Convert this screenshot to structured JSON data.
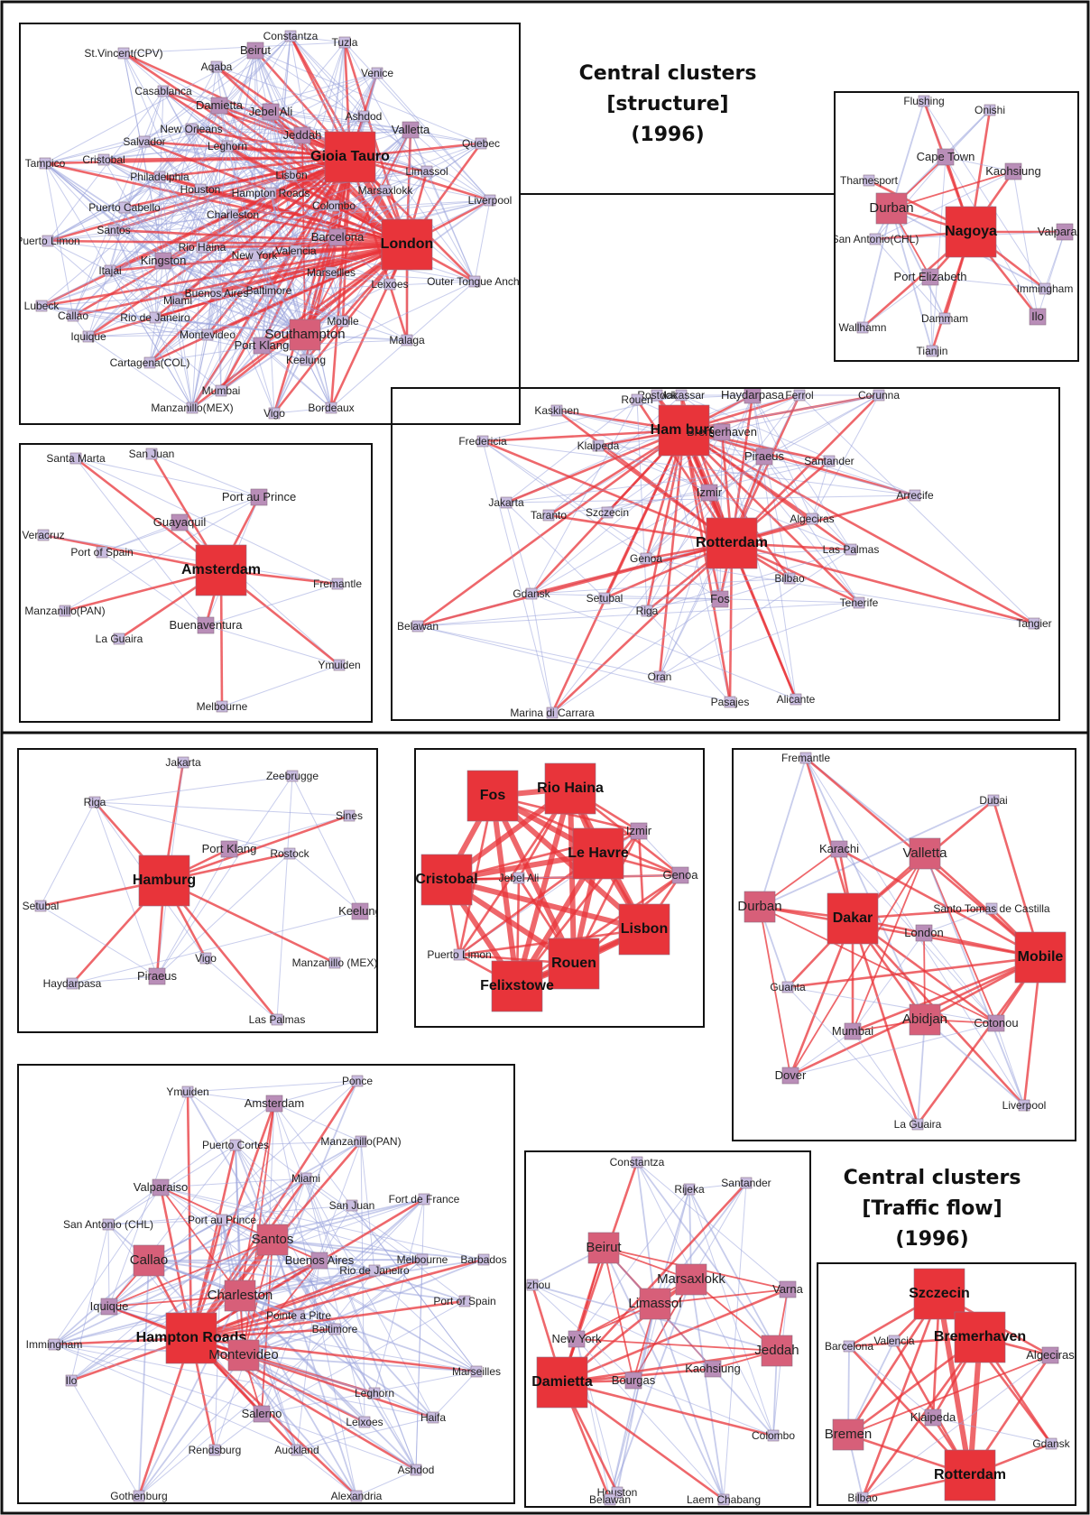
{
  "titles": {
    "structure": [
      "Central clusters",
      "[structure]",
      "(1996)"
    ],
    "traffic": [
      "Central clusters",
      "[Traffic flow]",
      "(1996)"
    ]
  },
  "colors": {
    "hub": "#e8343a",
    "strong": "#d75f79",
    "mid": "#b98eb8",
    "weak": "#c9bde0",
    "edge_hot": "#e8343a",
    "edge_cool": "#9aa4dc"
  },
  "clusters": [
    {
      "id": "c1",
      "nodes": [
        {
          "n": "St.Vincent(CPV)",
          "t": 0
        },
        {
          "n": "Beirut",
          "t": 1
        },
        {
          "n": "Constantza",
          "t": 0
        },
        {
          "n": "Tuzla",
          "t": 0
        },
        {
          "n": "Aqaba",
          "t": 0
        },
        {
          "n": "Venice",
          "t": 0
        },
        {
          "n": "Casablanca",
          "t": 0
        },
        {
          "n": "Damietta",
          "t": 1
        },
        {
          "n": "Jebel Ali",
          "t": 1
        },
        {
          "n": "Ashdod",
          "t": 0
        },
        {
          "n": "New Orleans",
          "t": 0
        },
        {
          "n": "Valletta",
          "t": 1
        },
        {
          "n": "Salvador",
          "t": 0
        },
        {
          "n": "Jeddah",
          "t": 1
        },
        {
          "n": "Gioia Tauro",
          "t": 3
        },
        {
          "n": "Quebec",
          "t": 0
        },
        {
          "n": "Tampico",
          "t": 0
        },
        {
          "n": "Cristobal",
          "t": 0
        },
        {
          "n": "Leghorn",
          "t": 0
        },
        {
          "n": "Philadelphia",
          "t": 0
        },
        {
          "n": "Lisbon",
          "t": 0
        },
        {
          "n": "Limassol",
          "t": 0
        },
        {
          "n": "Houston",
          "t": 0
        },
        {
          "n": "Hampton Roads",
          "t": 0
        },
        {
          "n": "Marsaxlokk",
          "t": 0
        },
        {
          "n": "Liverpool",
          "t": 0
        },
        {
          "n": "Puerto Cabello",
          "t": 0
        },
        {
          "n": "Charleston",
          "t": 0
        },
        {
          "n": "Colombo",
          "t": 0
        },
        {
          "n": "Santos",
          "t": 0
        },
        {
          "n": "Puerto Limon",
          "t": 0
        },
        {
          "n": "Rio Haina",
          "t": 0
        },
        {
          "n": "Barcelona",
          "t": 1
        },
        {
          "n": "London",
          "t": 3
        },
        {
          "n": "New York",
          "t": 0
        },
        {
          "n": "Valencia",
          "t": 0
        },
        {
          "n": "Kingston",
          "t": 1
        },
        {
          "n": "Itajai",
          "t": 0
        },
        {
          "n": "Marseilles",
          "t": 0
        },
        {
          "n": "Outer Tongue Anch.",
          "t": 0
        },
        {
          "n": "Callao",
          "t": 0
        },
        {
          "n": "Buenos Aires",
          "t": 0
        },
        {
          "n": "Baltimore",
          "t": 0
        },
        {
          "n": "Leixoes",
          "t": 0
        },
        {
          "n": "Miami",
          "t": 0
        },
        {
          "n": "Lubeck",
          "t": 0
        },
        {
          "n": "Rio de Janeiro",
          "t": 0
        },
        {
          "n": "Mobile",
          "t": 0
        },
        {
          "n": "Iquique",
          "t": 0
        },
        {
          "n": "Montevideo",
          "t": 0
        },
        {
          "n": "Port Klang",
          "t": 1
        },
        {
          "n": "Southampton",
          "t": 2
        },
        {
          "n": "Malaga",
          "t": 0
        },
        {
          "n": "Keelung",
          "t": 0
        },
        {
          "n": "Cartagena(COL)",
          "t": 0
        },
        {
          "n": "Mumbai",
          "t": 0
        },
        {
          "n": "Manzanillo(MEX)",
          "t": 0
        },
        {
          "n": "Vigo",
          "t": 0
        },
        {
          "n": "Bordeaux",
          "t": 0
        }
      ]
    },
    {
      "id": "c2",
      "nodes": [
        {
          "n": "Flushing",
          "t": 0
        },
        {
          "n": "Onishi",
          "t": 0
        },
        {
          "n": "Cape Town",
          "t": 1
        },
        {
          "n": "Thamesport",
          "t": 0
        },
        {
          "n": "Kaohsiung",
          "t": 1
        },
        {
          "n": "Durban",
          "t": 2
        },
        {
          "n": "Nagoya",
          "t": 3
        },
        {
          "n": "San Antonio(CHL)",
          "t": 0
        },
        {
          "n": "Valparaiso",
          "t": 1
        },
        {
          "n": "Port Elizabeth",
          "t": 1
        },
        {
          "n": "Immingham",
          "t": 0
        },
        {
          "n": "Wallhamn",
          "t": 0
        },
        {
          "n": "Dammam",
          "t": 0
        },
        {
          "n": "Ilo",
          "t": 1
        },
        {
          "n": "Tianjin",
          "t": 0
        }
      ]
    },
    {
      "id": "c3",
      "nodes": [
        {
          "n": "Makassar",
          "t": 0
        },
        {
          "n": "Ferrol",
          "t": 0
        },
        {
          "n": "Rostock",
          "t": 0
        },
        {
          "n": "Haydarpasa",
          "t": 1
        },
        {
          "n": "Corunna",
          "t": 0
        },
        {
          "n": "Kaskinen",
          "t": 0
        },
        {
          "n": "Rouen",
          "t": 0
        },
        {
          "n": "Ham burg",
          "t": 3
        },
        {
          "n": "Bremerhaven",
          "t": 1
        },
        {
          "n": "Fredericia",
          "t": 0
        },
        {
          "n": "Klaipeda",
          "t": 0
        },
        {
          "n": "Piraeus",
          "t": 1
        },
        {
          "n": "Santander",
          "t": 0
        },
        {
          "n": "Izmir",
          "t": 1
        },
        {
          "n": "Arrecife",
          "t": 0
        },
        {
          "n": "Jakarta",
          "t": 0
        },
        {
          "n": "Taranto",
          "t": 0
        },
        {
          "n": "Szczecin",
          "t": 0
        },
        {
          "n": "Algeciras",
          "t": 0
        },
        {
          "n": "Rotterdam",
          "t": 3
        },
        {
          "n": "Genoa",
          "t": 0
        },
        {
          "n": "Las Palmas",
          "t": 0
        },
        {
          "n": "Gdansk",
          "t": 0
        },
        {
          "n": "Setubal",
          "t": 0
        },
        {
          "n": "Fos",
          "t": 1
        },
        {
          "n": "Bilbao",
          "t": 0
        },
        {
          "n": "Riga",
          "t": 0
        },
        {
          "n": "Tenerife",
          "t": 0
        },
        {
          "n": "Belawan",
          "t": 0
        },
        {
          "n": "Tangier",
          "t": 0
        },
        {
          "n": "Oran",
          "t": 0
        },
        {
          "n": "Marina di Carrara",
          "t": 0
        },
        {
          "n": "Pasajes",
          "t": 0
        },
        {
          "n": "Alicante",
          "t": 0
        }
      ]
    },
    {
      "id": "c4",
      "nodes": [
        {
          "n": "Santa Marta",
          "t": 0
        },
        {
          "n": "San Juan",
          "t": 0
        },
        {
          "n": "Port au Prince",
          "t": 1
        },
        {
          "n": "Guayaquil",
          "t": 1
        },
        {
          "n": "Veracruz",
          "t": 0
        },
        {
          "n": "Port of Spain",
          "t": 0
        },
        {
          "n": "Amsterdam",
          "t": 3
        },
        {
          "n": "Fremantle",
          "t": 0
        },
        {
          "n": "Manzanillo(PAN)",
          "t": 0
        },
        {
          "n": "Buenaventura",
          "t": 1
        },
        {
          "n": "La Guaira",
          "t": 0
        },
        {
          "n": "Ymuiden",
          "t": 0
        },
        {
          "n": "Melbourne",
          "t": 0
        }
      ]
    },
    {
      "id": "t1",
      "nodes": [
        {
          "n": "Jakarta",
          "t": 0
        },
        {
          "n": "Zeebrugge",
          "t": 0
        },
        {
          "n": "Riga",
          "t": 0
        },
        {
          "n": "Sines",
          "t": 0
        },
        {
          "n": "Port Klang",
          "t": 1
        },
        {
          "n": "Rostock",
          "t": 0
        },
        {
          "n": "Hamburg",
          "t": 3
        },
        {
          "n": "Setubal",
          "t": 0
        },
        {
          "n": "Keelung",
          "t": 1
        },
        {
          "n": "Manzanillo (MEX)",
          "t": 0
        },
        {
          "n": "Vigo",
          "t": 0
        },
        {
          "n": "Piraeus",
          "t": 1
        },
        {
          "n": "Haydarpasa",
          "t": 0
        },
        {
          "n": "Las Palmas",
          "t": 0
        }
      ]
    },
    {
      "id": "t2",
      "nodes": [
        {
          "n": "Fos",
          "t": 3
        },
        {
          "n": "Rio Haina",
          "t": 3
        },
        {
          "n": "Izmir",
          "t": 1
        },
        {
          "n": "Le Havre",
          "t": 3
        },
        {
          "n": "Genoa",
          "t": 1
        },
        {
          "n": "Cristobal",
          "t": 3
        },
        {
          "n": "Jebel Ali",
          "t": 0
        },
        {
          "n": "Lisbon",
          "t": 3
        },
        {
          "n": "Puerto Limon",
          "t": 0
        },
        {
          "n": "Rouen",
          "t": 3
        },
        {
          "n": "Felixstowe",
          "t": 3
        }
      ]
    },
    {
      "id": "t3",
      "nodes": [
        {
          "n": "Fremantle",
          "t": 0
        },
        {
          "n": "Dubai",
          "t": 0
        },
        {
          "n": "Karachi",
          "t": 1
        },
        {
          "n": "Valletta",
          "t": 2
        },
        {
          "n": "Durban",
          "t": 2
        },
        {
          "n": "Dakar",
          "t": 3
        },
        {
          "n": "Santo Tomas de Castilla",
          "t": 0
        },
        {
          "n": "London",
          "t": 1
        },
        {
          "n": "Mobile",
          "t": 3
        },
        {
          "n": "Guanta",
          "t": 0
        },
        {
          "n": "Abidjan",
          "t": 2
        },
        {
          "n": "Cotonou",
          "t": 1
        },
        {
          "n": "Mumbai",
          "t": 1
        },
        {
          "n": "Dover",
          "t": 1
        },
        {
          "n": "Liverpool",
          "t": 0
        },
        {
          "n": "La Guaira",
          "t": 0
        }
      ]
    },
    {
      "id": "t4",
      "nodes": [
        {
          "n": "Ymuiden",
          "t": 0
        },
        {
          "n": "Ponce",
          "t": 0
        },
        {
          "n": "Amsterdam",
          "t": 1
        },
        {
          "n": "Puerto Cortes",
          "t": 0
        },
        {
          "n": "Manzanillo(PAN)",
          "t": 0
        },
        {
          "n": "Miami",
          "t": 0
        },
        {
          "n": "Valparaiso",
          "t": 1
        },
        {
          "n": "Fort de France",
          "t": 0
        },
        {
          "n": "San Juan",
          "t": 0
        },
        {
          "n": "San Antonio (CHL)",
          "t": 0
        },
        {
          "n": "Port au Prince",
          "t": 0
        },
        {
          "n": "Santos",
          "t": 2
        },
        {
          "n": "Buenos Aires",
          "t": 1
        },
        {
          "n": "Callao",
          "t": 2
        },
        {
          "n": "Rio de Janeiro",
          "t": 0
        },
        {
          "n": "Melbourne",
          "t": 0
        },
        {
          "n": "Barbados",
          "t": 0
        },
        {
          "n": "Port of Spain",
          "t": 0
        },
        {
          "n": "Charleston",
          "t": 2
        },
        {
          "n": "Iquique",
          "t": 1
        },
        {
          "n": "Hampton Roads",
          "t": 3
        },
        {
          "n": "Pointe a Pitre",
          "t": 0
        },
        {
          "n": "Baltimore",
          "t": 0
        },
        {
          "n": "Immingham",
          "t": 0
        },
        {
          "n": "Montevideo",
          "t": 2
        },
        {
          "n": "Ilo",
          "t": 0
        },
        {
          "n": "Leghorn",
          "t": 0
        },
        {
          "n": "Marseilles",
          "t": 0
        },
        {
          "n": "Salerno",
          "t": 1
        },
        {
          "n": "Leixoes",
          "t": 0
        },
        {
          "n": "Haifa",
          "t": 0
        },
        {
          "n": "Rendsburg",
          "t": 0
        },
        {
          "n": "Auckland",
          "t": 0
        },
        {
          "n": "Ashdod",
          "t": 0
        },
        {
          "n": "Gothenburg",
          "t": 0
        },
        {
          "n": "Alexandria",
          "t": 0
        }
      ]
    },
    {
      "id": "t5",
      "nodes": [
        {
          "n": "Constantza",
          "t": 0
        },
        {
          "n": "Rijeka",
          "t": 0
        },
        {
          "n": "Santander",
          "t": 0
        },
        {
          "n": "Beirut",
          "t": 2
        },
        {
          "n": "Marsaxlokk",
          "t": 2
        },
        {
          "n": "Varna",
          "t": 1
        },
        {
          "n": "Fuzhou",
          "t": 0
        },
        {
          "n": "Limassol",
          "t": 2
        },
        {
          "n": "New York",
          "t": 1
        },
        {
          "n": "Jeddah",
          "t": 2
        },
        {
          "n": "Damietta",
          "t": 3
        },
        {
          "n": "Bourgas",
          "t": 1
        },
        {
          "n": "Kaohsiung",
          "t": 1
        },
        {
          "n": "Colombo",
          "t": 0
        },
        {
          "n": "Houston",
          "t": 0
        },
        {
          "n": "Laem Chabang",
          "t": 0
        },
        {
          "n": "Belawan",
          "t": 0
        }
      ]
    },
    {
      "id": "t6",
      "nodes": [
        {
          "n": "Szczecin",
          "t": 3
        },
        {
          "n": "Barcelona",
          "t": 0
        },
        {
          "n": "Valencia",
          "t": 0
        },
        {
          "n": "Bremerhaven",
          "t": 3
        },
        {
          "n": "Algeciras",
          "t": 1
        },
        {
          "n": "Klaipeda",
          "t": 1
        },
        {
          "n": "Bremen",
          "t": 2
        },
        {
          "n": "Gdansk",
          "t": 0
        },
        {
          "n": "Rotterdam",
          "t": 3
        },
        {
          "n": "Bilbao",
          "t": 0
        }
      ]
    }
  ]
}
